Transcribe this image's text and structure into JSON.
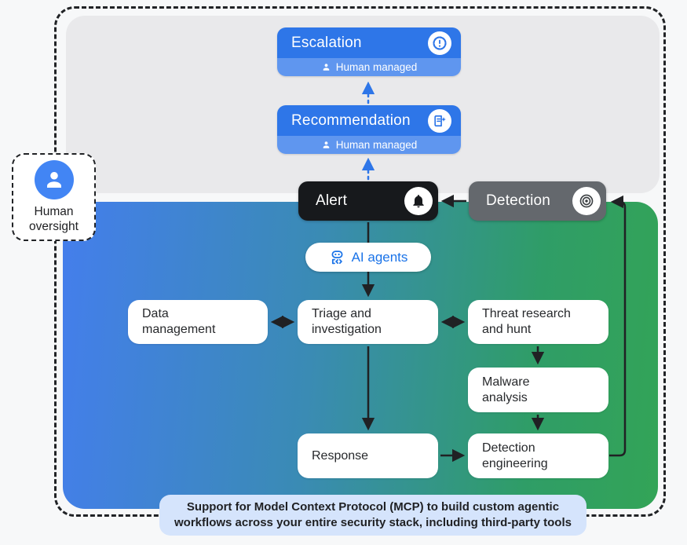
{
  "diagram": {
    "title_context": "Agentic security operations workflow",
    "human_oversight": {
      "label": "Human\noversight"
    },
    "escalation": {
      "label": "Escalation",
      "sublabel": "Human managed"
    },
    "recommendation": {
      "label": "Recommendation",
      "sublabel": "Human managed"
    },
    "alert": {
      "label": "Alert"
    },
    "detection": {
      "label": "Detection"
    },
    "ai_agents": {
      "label": "AI agents"
    },
    "nodes": {
      "data_management": "Data\nmanagement",
      "triage": "Triage and\ninvestigation",
      "threat_research": "Threat research\nand hunt",
      "malware_analysis": "Malware\nanalysis",
      "response": "Response",
      "detection_engineering": "Detection\nengineering"
    },
    "footer_note": "Support for Model Context Protocol (MCP) to build custom agentic\nworkflows across your entire security stack, including third-party tools",
    "colors": {
      "chip_blue": "#2e76e8",
      "chip_strip_blue": "#5f96ef",
      "alert_black": "#17191c",
      "detection_gray": "#64686d",
      "gradient_left_blue": "#447eec",
      "gradient_right_green": "#33a457",
      "agents_text_blue": "#1a73e8",
      "avatar_blue": "#4285f4",
      "banner_light_blue": "#d5e4fc",
      "top_panel_gray": "#e9e9eb",
      "page_background": "#f7f8f9"
    }
  }
}
